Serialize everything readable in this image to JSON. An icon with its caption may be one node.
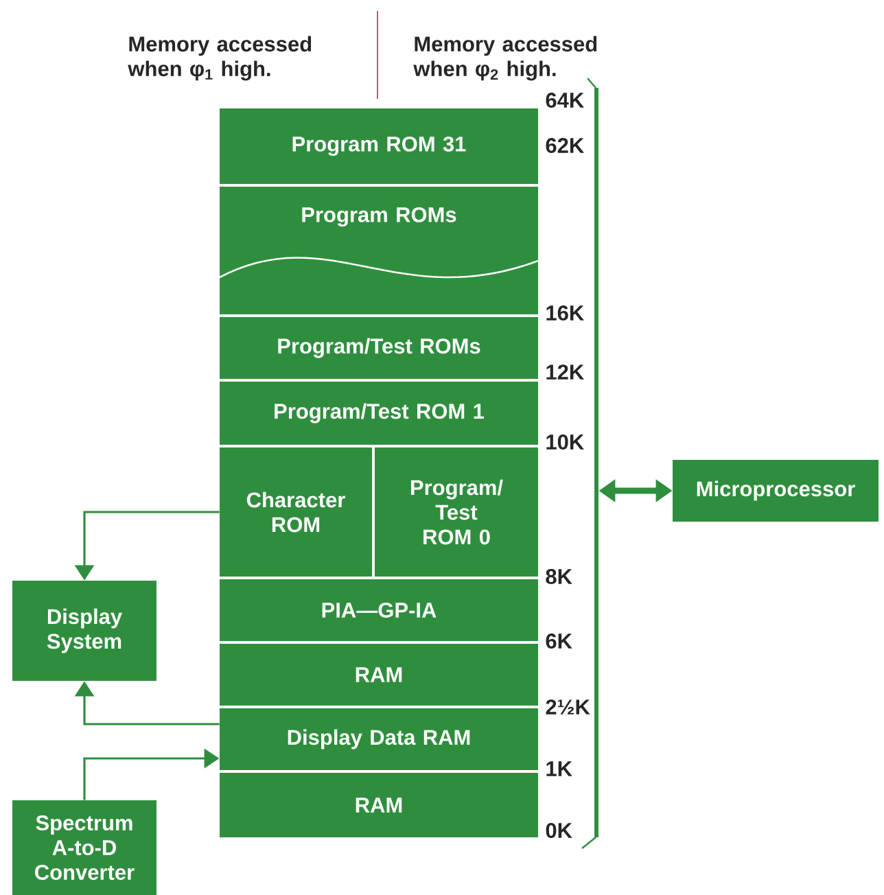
{
  "diagram": {
    "nodes": [
      {
        "text": [
          "Program ROM 31"
        ]
      },
      {
        "text": [
          "Program ROMs"
        ]
      },
      {
        "text": [
          "Program/Test ROMs"
        ]
      },
      {
        "text": [
          "Program/Test ROM 1"
        ]
      },
      {
        "text": [
          "Character ROM"
        ]
      },
      {
        "text": [
          "Program/ Test ROM 0"
        ]
      },
      {
        "text": [
          "PIA—GP-IA"
        ]
      },
      {
        "text": [
          "RAM"
        ]
      },
      {
        "text": [
          "Display Data RAM"
        ]
      },
      {
        "text": [
          "RAM"
        ]
      },
      {
        "text": [
          "Display System"
        ]
      },
      {
        "text": [
          "Spectrum A-to-D Converter"
        ]
      },
      {
        "text": [
          "Microprocessor"
        ]
      },
      {
        "text": [],
        "shape": "bar"
      }
    ],
    "edges": [
      {
        "from": 4,
        "to": 10,
        "arrow": "to"
      },
      {
        "from": 8,
        "to": 10,
        "arrow": "to"
      },
      {
        "from": 11,
        "to": 8,
        "arrow": "to"
      },
      {
        "from": 13,
        "to": 12,
        "arrow": "both",
        "style": "thick"
      }
    ],
    "labels": [
      "Memory accessed when φ$_{1}$ high.",
      "Memory accessed when φ$_{2}$ high.",
      "64K",
      "62K",
      "16K",
      "12K",
      "10K",
      "8K",
      "6K",
      "2½K",
      "1K",
      "0K"
    ]
  }
}
